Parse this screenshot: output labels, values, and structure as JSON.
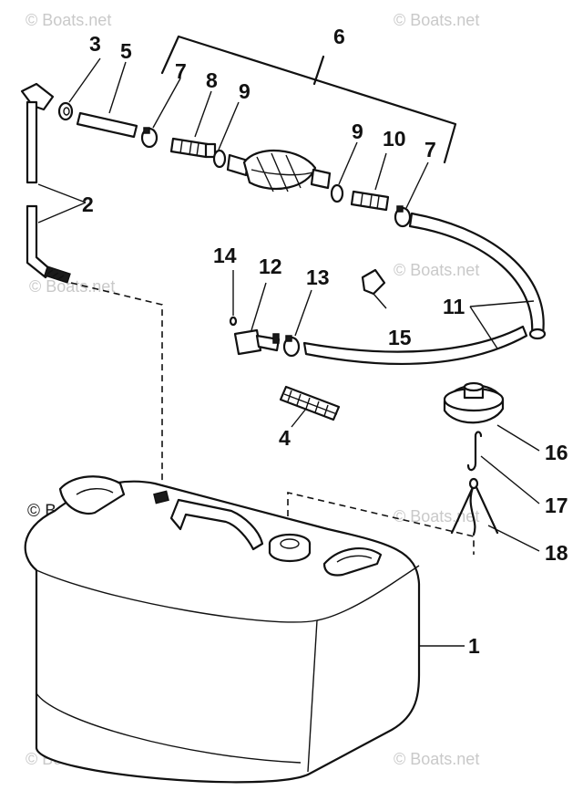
{
  "watermark": "© Boats.net",
  "callouts": [
    {
      "id": "1",
      "label": "1"
    },
    {
      "id": "2",
      "label": "2"
    },
    {
      "id": "3",
      "label": "3"
    },
    {
      "id": "4",
      "label": "4"
    },
    {
      "id": "5",
      "label": "5"
    },
    {
      "id": "6",
      "label": "6"
    },
    {
      "id": "7a",
      "label": "7"
    },
    {
      "id": "7b",
      "label": "7"
    },
    {
      "id": "8",
      "label": "8"
    },
    {
      "id": "9a",
      "label": "9"
    },
    {
      "id": "9b",
      "label": "9"
    },
    {
      "id": "10",
      "label": "10"
    },
    {
      "id": "11",
      "label": "11"
    },
    {
      "id": "12",
      "label": "12"
    },
    {
      "id": "13",
      "label": "13"
    },
    {
      "id": "14",
      "label": "14"
    },
    {
      "id": "15",
      "label": "15"
    },
    {
      "id": "16",
      "label": "16"
    },
    {
      "id": "17",
      "label": "17"
    },
    {
      "id": "18",
      "label": "18"
    }
  ]
}
